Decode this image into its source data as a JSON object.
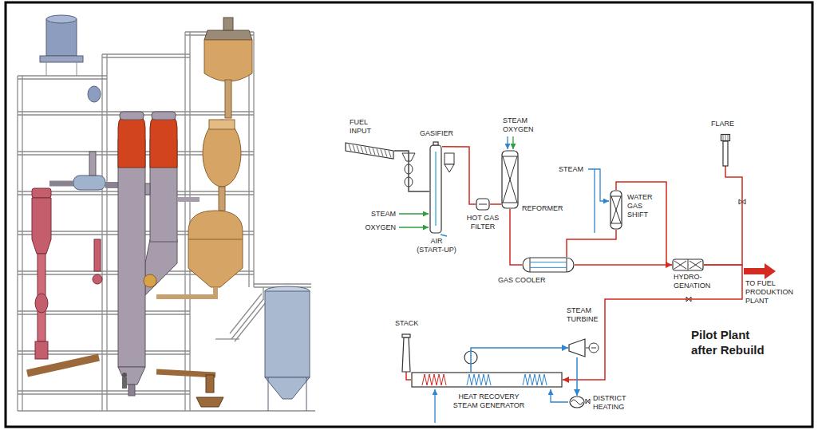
{
  "diagram": {
    "nodes": [
      {
        "text": [
          "FUEL INPUT"
        ]
      },
      {
        "text": [
          "GASIFIER"
        ]
      },
      {
        "text": [
          "HOT GAS FILTER"
        ]
      },
      {
        "text": [
          "REFORMER"
        ]
      },
      {
        "text": [
          "GAS COOLER"
        ]
      },
      {
        "text": [
          "WATER GAS SHIFT"
        ]
      },
      {
        "text": [
          "HYDRO- GENATION"
        ]
      },
      {
        "text": [
          "FLARE"
        ]
      },
      {
        "text": [
          "STACK"
        ]
      },
      {
        "text": [
          "STEAM TURBINE"
        ]
      },
      {
        "text": [
          "HEAT RECOVERY STEAM GENERATOR"
        ]
      },
      {
        "text": [
          "DISTRICT HEATING"
        ]
      }
    ],
    "edges": [
      {
        "from": 0,
        "to": 1,
        "arrow": "none"
      },
      {
        "from": 1,
        "to": 2,
        "arrow": "none"
      },
      {
        "from": 2,
        "to": 3,
        "arrow": "none"
      },
      {
        "from": 3,
        "to": 4,
        "arrow": "none"
      },
      {
        "from": 4,
        "to": 5,
        "arrow": "none"
      },
      {
        "from": 5,
        "to": 6,
        "arrow": "none"
      },
      {
        "from": 4,
        "to": 6,
        "arrow": "to"
      },
      {
        "from": 6,
        "to": 7,
        "arrow": "none"
      },
      {
        "from": 6,
        "to": 10,
        "arrow": "to"
      },
      {
        "from": 10,
        "to": 8,
        "arrow": "none"
      },
      {
        "from": 10,
        "to": 9,
        "arrow": "to"
      },
      {
        "from": 9,
        "to": 11,
        "arrow": "to"
      }
    ],
    "labels": [
      "STEAM",
      "OXYGEN",
      "AIR (START-UP)",
      "STEAM OXYGEN",
      "STEAM",
      "TO FUEL PRODUKTION PLANT",
      "Pilot Plant after Rebuild"
    ]
  }
}
